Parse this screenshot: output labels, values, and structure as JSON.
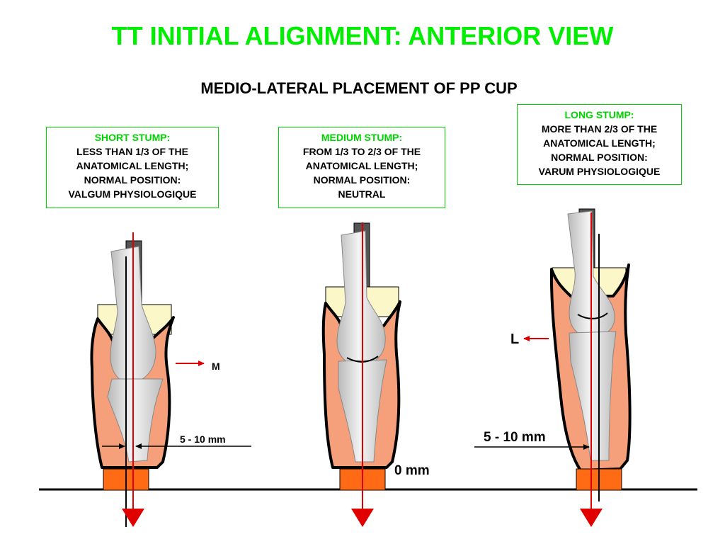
{
  "title": "TT INITIAL ALIGNMENT:  ANTERIOR VIEW",
  "subtitle": "MEDIO-LATERAL PLACEMENT OF PP CUP",
  "colors": {
    "title": "#00ee00",
    "heading": "#00d400",
    "socket": "#f5a07a",
    "socket_outline": "#000000",
    "liner": "#fbf7c8",
    "foot_block": "#ff6a14",
    "plumb_line": "#e00000",
    "bone": "#d8d8d8",
    "pylon": "#555555"
  },
  "panels": [
    {
      "heading": "SHORT STUMP:",
      "lines": [
        "LESS THAN 1/3 OF THE",
        "ANATOMICAL LENGTH;",
        "NORMAL POSITION:",
        "VALGUM PHYSIOLOGIQUE"
      ],
      "offset_label": "5 - 10 mm",
      "direction_label": "M"
    },
    {
      "heading": "MEDIUM STUMP:",
      "lines": [
        "FROM 1/3 TO 2/3 OF THE",
        "ANATOMICAL LENGTH;",
        "NORMAL POSITION:",
        "NEUTRAL"
      ],
      "offset_label": "0 mm"
    },
    {
      "heading": "LONG STUMP:",
      "lines": [
        "MORE THAN 2/3 OF THE",
        "ANATOMICAL LENGTH;",
        "NORMAL POSITION:",
        "VARUM PHYSIOLOGIQUE"
      ],
      "offset_label": "5 - 10 mm",
      "direction_label": "L"
    }
  ]
}
